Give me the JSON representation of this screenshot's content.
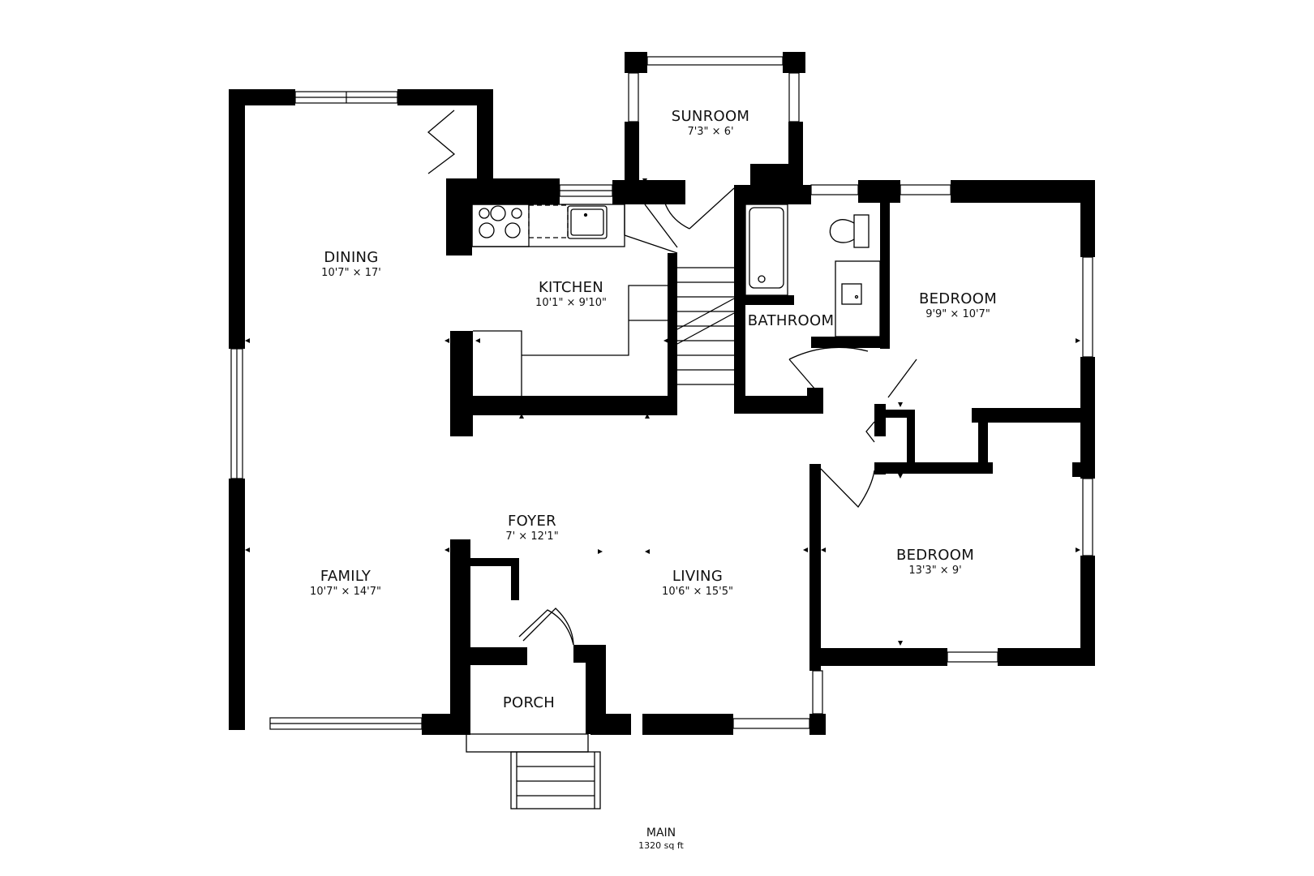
{
  "floor": {
    "name": "MAIN",
    "area": "1320 sq ft"
  },
  "colors": {
    "wall": "#000000",
    "background": "#ffffff",
    "line": "#111111"
  },
  "rooms": {
    "sunroom": {
      "name": "SUNROOM",
      "dims": "7'3\" × 6'"
    },
    "dining": {
      "name": "DINING",
      "dims": "10'7\" × 17'"
    },
    "kitchen": {
      "name": "KITCHEN",
      "dims": "10'1\" × 9'10\""
    },
    "bathroom": {
      "name": "BATHROOM",
      "dims": ""
    },
    "bedroom1": {
      "name": "BEDROOM",
      "dims": "9'9\" × 10'7\""
    },
    "foyer": {
      "name": "FOYER",
      "dims": "7' × 12'1\""
    },
    "family": {
      "name": "FAMILY",
      "dims": "10'7\" × 14'7\""
    },
    "living": {
      "name": "LIVING",
      "dims": "10'6\" × 15'5\""
    },
    "bedroom2": {
      "name": "BEDROOM",
      "dims": "13'3\" × 9'"
    },
    "porch": {
      "name": "PORCH",
      "dims": ""
    }
  },
  "fixtures": [
    "stove-icon",
    "dishwasher-icon",
    "kitchen-sink-icon",
    "bathtub-icon",
    "toilet-icon",
    "vanity-sink-icon",
    "stairs-icon"
  ]
}
